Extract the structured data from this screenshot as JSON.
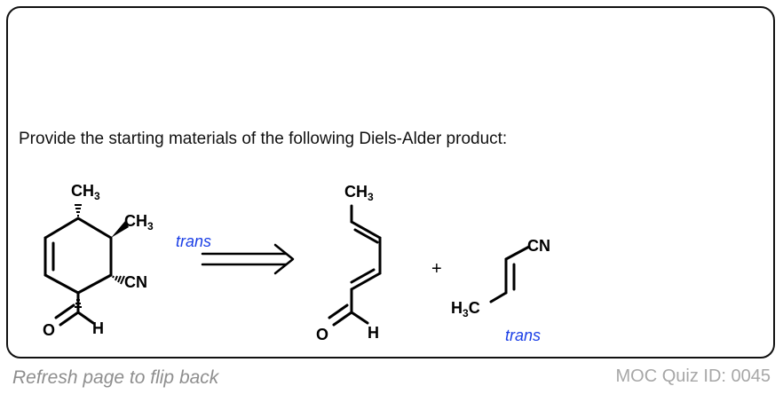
{
  "question": "Provide the starting materials of the following Diels-Alder product:",
  "product": {
    "ch3_top": "CH",
    "ch3_top_sub": "3",
    "ch3_right": "CH",
    "ch3_right_sub": "3",
    "cn": "CN",
    "o": "O",
    "h": "H"
  },
  "relation_note": "trans",
  "diene": {
    "ch3": "CH",
    "ch3_sub": "3",
    "o": "O",
    "h": "H"
  },
  "plus": "+",
  "dienophile": {
    "cn": "CN",
    "h3c_h": "H",
    "h3c_sub": "3",
    "h3c_c": "C",
    "note": "trans"
  },
  "footer": {
    "left": "Refresh page to flip back",
    "right": "MOC Quiz ID: 0045"
  },
  "colors": {
    "border": "#111111",
    "note": "#1a3ee6",
    "footer_left": "#8e8e8e",
    "footer_right": "#a7a7a7"
  }
}
